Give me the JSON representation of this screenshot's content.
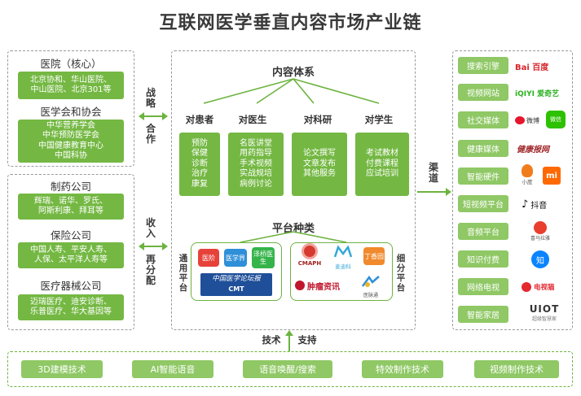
{
  "title": "互联网医学垂直内容市场产业链",
  "left": {
    "hospital_title": "医院（核心）",
    "hospital_lines": [
      "北京协和、华山医院、",
      "中山医院、北京301等"
    ],
    "assoc_title": "医学会和协会",
    "assoc_lines": [
      "中华营养学会",
      "中华预防医学会",
      "中国健康教育中心",
      "中国科协"
    ],
    "pharma_title": "制药公司",
    "pharma_lines": [
      "辉瑞、诺华、罗氏、",
      "阿斯利康、拜耳等"
    ],
    "insurance_title": "保险公司",
    "insurance_lines": [
      "中国人寿、平安人寿、",
      "人保、太平洋人寿等"
    ],
    "device_title": "医疗器械公司",
    "device_lines": [
      "迈瑞医疗、迪安诊断、",
      "乐普医疗、华大基因等"
    ]
  },
  "arrows": {
    "strategy_1": "战略",
    "strategy_2": "合作",
    "income_1": "收入",
    "income_2": "再分配",
    "channel": "渠道",
    "tech": "技术",
    "support": "支持"
  },
  "center": {
    "content_title": "内容体系",
    "cols": [
      {
        "head": "对患者",
        "lines": [
          "预防",
          "保健",
          "诊断",
          "治疗",
          "康复"
        ]
      },
      {
        "head": "对医生",
        "lines": [
          "名医讲堂",
          "用药指导",
          "手术视频",
          "实战规培",
          "病例讨论"
        ]
      },
      {
        "head": "对科研",
        "lines": [
          "论文撰写",
          "文章发布",
          "其他服务"
        ]
      },
      {
        "head": "对学生",
        "lines": [
          "考试教材",
          "付费课程",
          "应试培训"
        ]
      }
    ],
    "platform_title": "平台种类",
    "general_label": "通用平台",
    "niche_label": "细分平台",
    "general_tiles": [
      "医阶",
      "医学界",
      "泽桥医生"
    ],
    "cmt_text": "中国医学论坛报",
    "cmt_sub": "CMT",
    "cmaph": "CMAPH",
    "medical_logo2": "麦迪科",
    "dingxiang": "丁香园",
    "zhongliu": "肿瘤资讯",
    "mini_logo": "医脉通"
  },
  "right": {
    "items": [
      "搜索引擎",
      "视频网站",
      "社交媒体",
      "健康媒体",
      "智能硬件",
      "短视频平台",
      "音频平台",
      "知识付费",
      "网络电视",
      "智能家居"
    ],
    "logos": {
      "baidu": "Bai 百度",
      "iqiyi": "iQIYI 爱奇艺",
      "weibo": "微博",
      "wechat": "微信",
      "health_media": "健康报网",
      "xiaomi": "mi",
      "xiaodu": "小度",
      "douyin": "抖音",
      "ximalaya": "喜马拉雅",
      "zhihu": "知",
      "cctv": "电视猫",
      "uiot": "UIOT",
      "uiot_sub": "超级智慧家"
    }
  },
  "tech": [
    "3D建模技术",
    "AI智能语音",
    "语音唤醒/搜索",
    "特效制作技术",
    "视频制作技术"
  ]
}
